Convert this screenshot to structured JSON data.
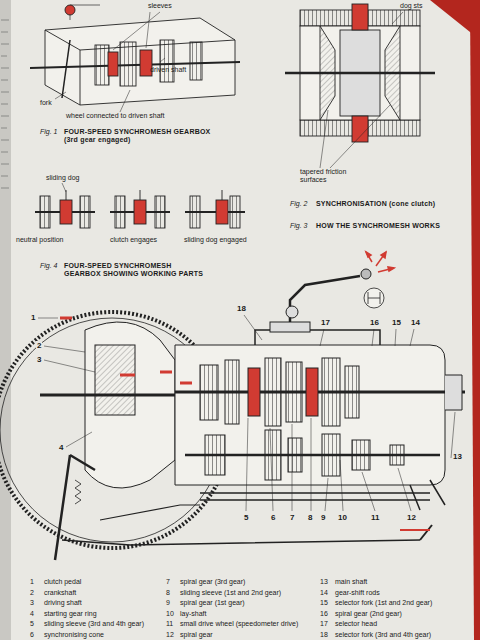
{
  "diagram": {
    "labels": [
      "sleeves",
      "driven shaft",
      "fork",
      "wheel connected to driven shaft",
      "Fig. 1",
      "FOUR-SPEED SYNCHROMESH GEARBOX (3rd gear engaged)",
      "dog sts",
      "tapered friction surfaces",
      "Fig. 2",
      "SYNCHRONISATION (cone clutch)",
      "sliding dog",
      "neutral position",
      "clutch engages",
      "sliding dog engaged",
      "Fig. 3",
      "HOW THE SYNCHROMESH WORKS",
      "Fig. 4",
      "FOUR-SPEED SYNCHROMESH GEARBOX SHOWING WORKING PARTS",
      "1",
      "2",
      "3",
      "4",
      "5",
      "6",
      "7",
      "8",
      "9",
      "10",
      "11",
      "12",
      "13",
      "14",
      "15",
      "16",
      "17",
      "18",
      "1",
      "clutch pedal",
      "2",
      "crankshaft",
      "3",
      "driving shaft",
      "4",
      "starting gear ring",
      "5",
      "sliding sleeve (3rd and 4th gear)",
      "6",
      "synchronising cone",
      "7",
      "spiral gear (3rd gear)",
      "8",
      "sliding sleeve (1st and 2nd gear)",
      "9",
      "spiral gear (1st gear)",
      "10",
      "lay-shaft",
      "11",
      "small drive wheel (speedometer drive)",
      "12",
      "spiral gear",
      "13",
      "main shaft",
      "14",
      "gear-shift rods",
      "15",
      "selector fork (1st and 2nd gear)",
      "16",
      "spiral gear (2nd gear)",
      "17",
      "selector head",
      "18",
      "selector fork (3rd and 4th gear)"
    ]
  }
}
